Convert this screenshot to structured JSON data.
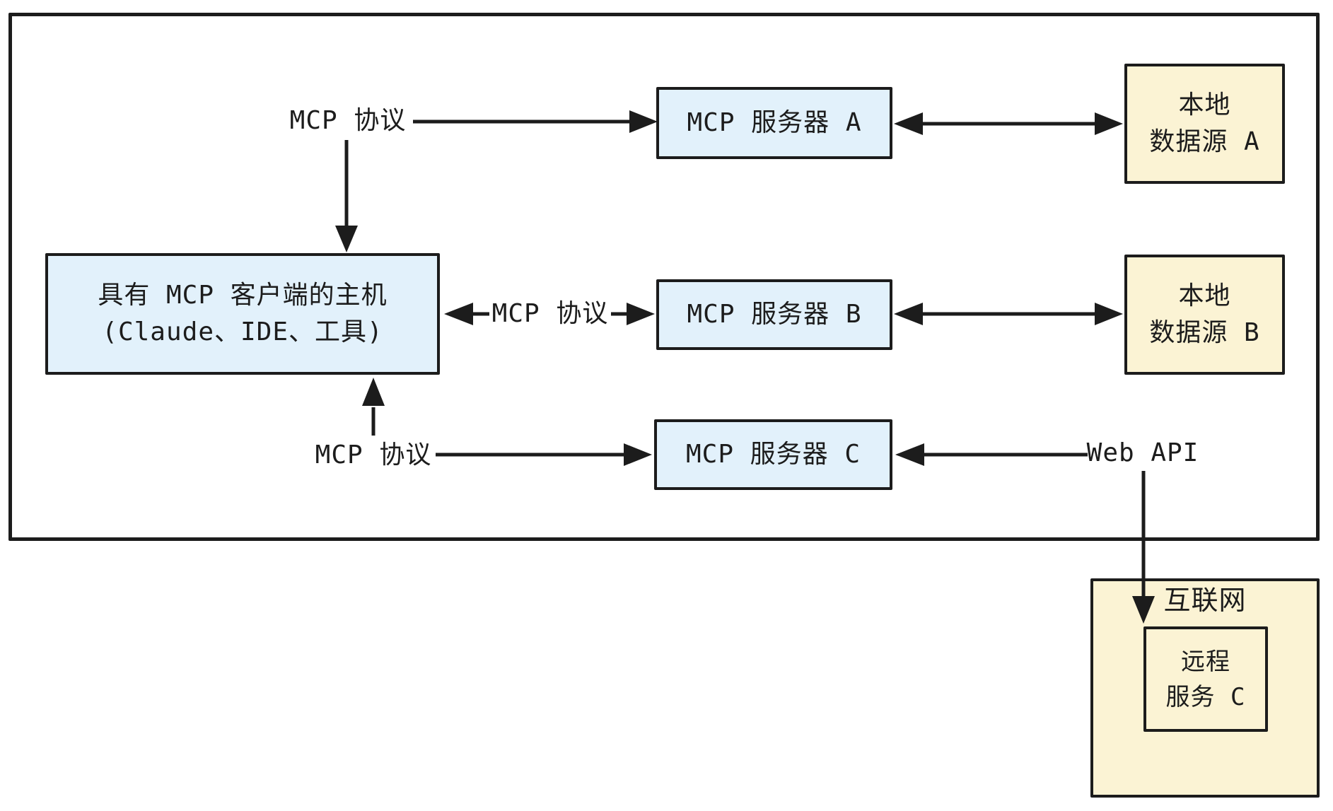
{
  "colors": {
    "ink": "#1c1c1c",
    "blue": "#e2f1fb",
    "cream": "#fbf3d4",
    "bg": "#ffffff"
  },
  "boxes": {
    "host": {
      "line1": "具有 MCP 客户端的主机",
      "line2": "(Claude、IDE、工具)"
    },
    "server_a": {
      "label": "MCP 服务器 A"
    },
    "server_b": {
      "label": "MCP 服务器 B"
    },
    "server_c": {
      "label": "MCP 服务器 C"
    },
    "data_source_a": {
      "line1": "本地",
      "line2": "数据源 A"
    },
    "data_source_b": {
      "line1": "本地",
      "line2": "数据源 B"
    },
    "internet": {
      "label": "互联网"
    },
    "remote_service": {
      "line1": "远程",
      "line2": "服务 C"
    }
  },
  "edge_labels": {
    "mcp_protocol_top": "MCP 协议",
    "mcp_protocol_middle": "MCP 协议",
    "mcp_protocol_bottom": "MCP 协议",
    "web_api": "Web API"
  }
}
